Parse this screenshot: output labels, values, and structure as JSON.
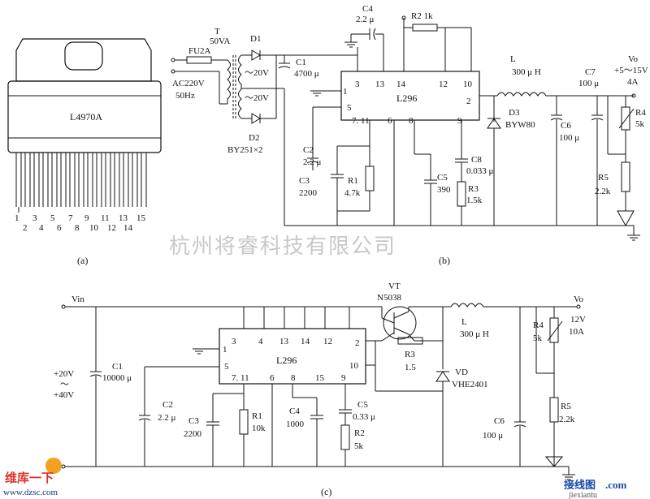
{
  "watermark": "杭州将睿科技有限公司",
  "footer": {
    "site_left": "www.dzsc.com",
    "brand_left": "维库一下",
    "brand_right": "接线图",
    "site_right": "jiexiantu",
    "com": ".com"
  },
  "panel_a": {
    "caption": "(a)",
    "chip_label": "L4970A",
    "pins_odd": [
      "1",
      "3",
      "5",
      "7",
      "9",
      "11",
      "13",
      "15"
    ],
    "pins_even": [
      "2",
      "4",
      "6",
      "8",
      "10",
      "12",
      "14"
    ]
  },
  "panel_b": {
    "caption": "(b)",
    "fuse": "FU2A",
    "mains_voltage": "AC220V",
    "mains_freq": "50Hz",
    "transformer_name": "T",
    "transformer_rating": "50VA",
    "sec1": "～20V",
    "sec2": "～20V",
    "d1": "D1",
    "d2": "D2",
    "diode_type": "BY251×2",
    "c1_name": "C1",
    "c1_value": "4700 μ",
    "c4_name": "C4",
    "c4_value": "2.2 μ",
    "r2": "R2  1k",
    "ic_name": "L296",
    "pins_top": [
      "3",
      "13",
      "14",
      "12",
      "10"
    ],
    "pin_1": "1",
    "pin_5": "5",
    "pin_2": "2",
    "pins_bottom": [
      "7. 11",
      "6",
      "8",
      "9"
    ],
    "l_name": "L",
    "l_value": "300 μ H",
    "c7_name": "C7",
    "c7_value": "100 μ",
    "vo_name": "Vo",
    "vo_range": "+5～15V",
    "vo_current": "4A",
    "d3_name": "D3",
    "d3_type": "BYW80",
    "c6_name": "C6",
    "c6_value": "100 μ",
    "r4_name": "R4",
    "r4_value": "5k",
    "r5_name": "R5",
    "r5_value": "2.2k",
    "c2_name": "C2",
    "c2_value": "2.2 μ",
    "c3_name": "C3",
    "c3_value": "2200",
    "r1_name": "R1",
    "r1_value": "4.7k",
    "c5_name": "C5",
    "c5_value": "390",
    "c8_name": "C8",
    "c8_value": "0.033 μ",
    "r3_name": "R3",
    "r3_value": "1.5k"
  },
  "panel_c": {
    "caption": "(c)",
    "vin": "Vin",
    "vin_range_top": "+20V",
    "vin_range_mid": "～",
    "vin_range_bot": "+40V",
    "c1_name": "C1",
    "c1_value": "10000 μ",
    "ic_name": "L296",
    "pins_top": [
      "3",
      "4",
      "13",
      "14",
      "12"
    ],
    "pin_1": "1",
    "pin_5": "5",
    "pin_2": "2",
    "pin_10": "10",
    "pins_bottom": [
      "7. 11",
      "6",
      "8",
      "15",
      "9"
    ],
    "vt_name": "VT",
    "vt_type": "N5038",
    "l_name": "L",
    "l_value": "300 μ H",
    "r3_name": "R3",
    "r3_value": "1.5",
    "vd_name": "VD",
    "vd_type": "VHE2401",
    "vo_name": "Vo",
    "vo_voltage": "12V",
    "vo_current": "10A",
    "r4_name": "R4",
    "r4_value": "5k",
    "r5_name": "R5",
    "r5_value": "2.2k",
    "c6_name": "C6",
    "c6_value": "100 μ",
    "c2_name": "C2",
    "c2_value": "2.2 μ",
    "c3_name": "C3",
    "c3_value": "2200",
    "r1_name": "R1",
    "r1_value": "10k",
    "c4_name": "C4",
    "c4_value": "1000",
    "c5_name": "C5",
    "c5_value": "0.33 μ",
    "r2_name": "R2",
    "r2_value": "5k"
  }
}
